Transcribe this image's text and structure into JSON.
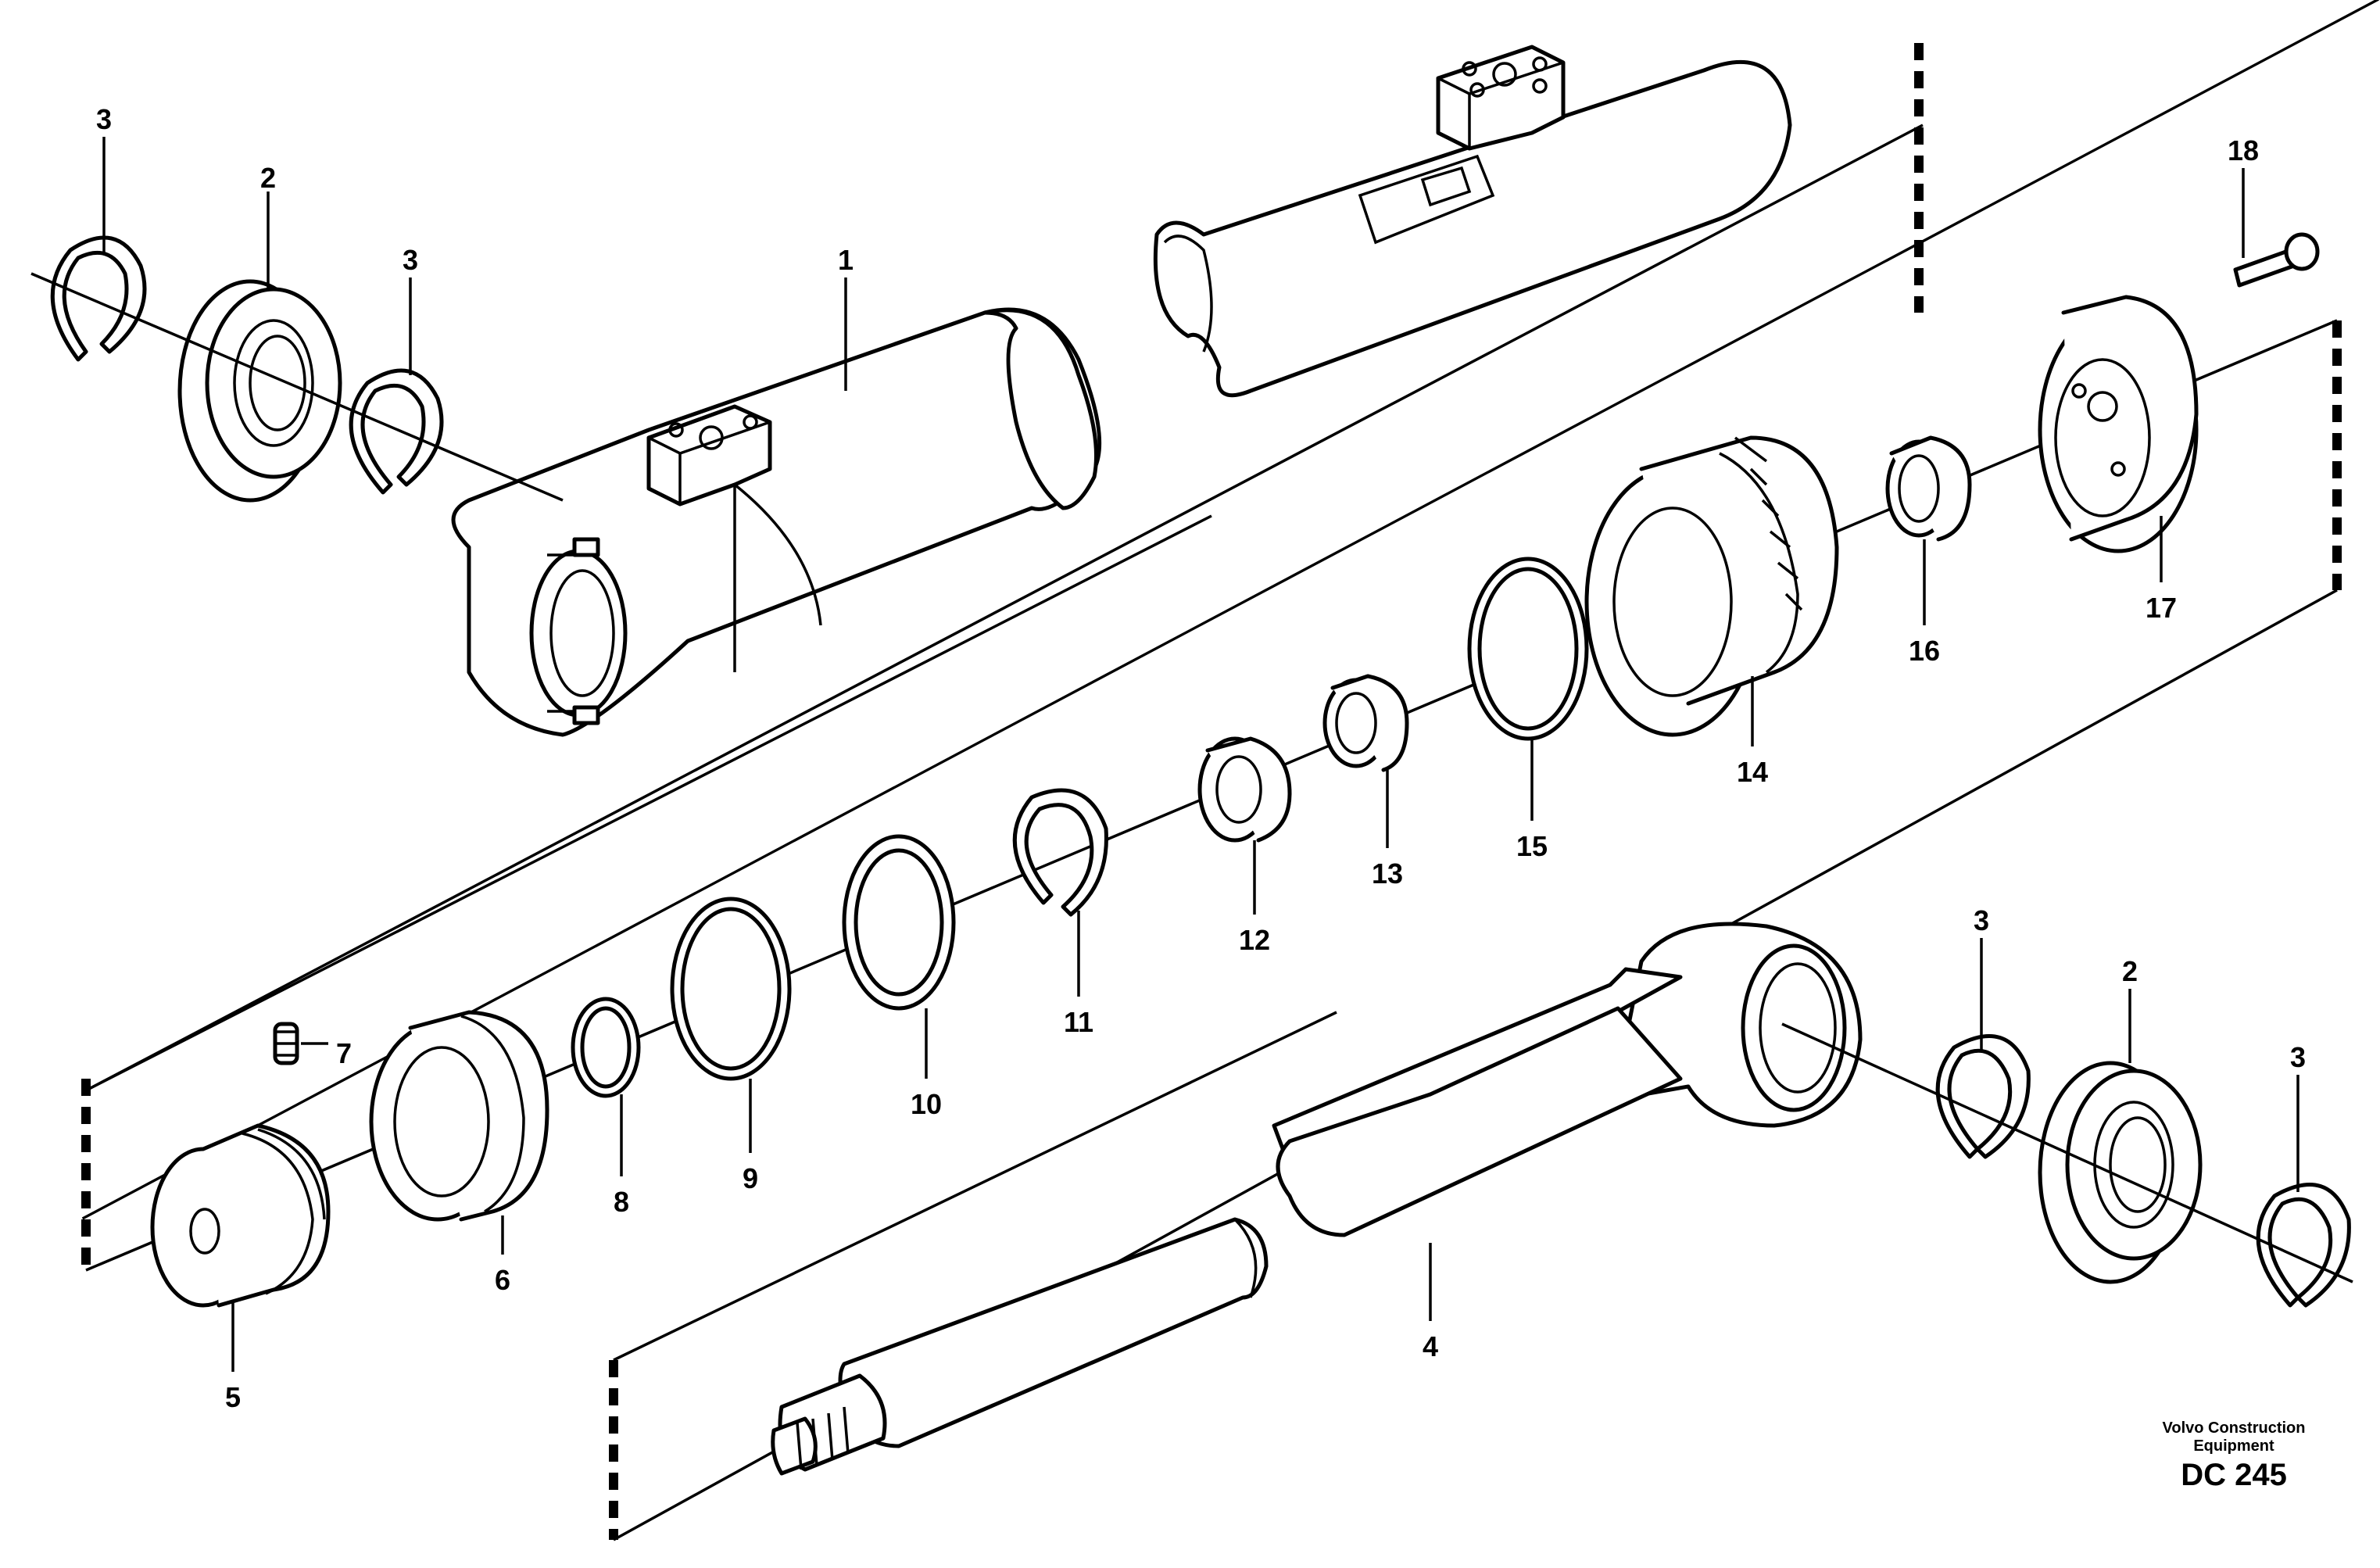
{
  "callouts": {
    "p1": "1",
    "p2": "2",
    "p3": "3",
    "p4": "4",
    "p5": "5",
    "p6": "6",
    "p7": "7",
    "p8": "8",
    "p9": "9",
    "p10": "10",
    "p11": "11",
    "p12": "12",
    "p13": "13",
    "p14": "14",
    "p15": "15",
    "p16": "16",
    "p17": "17",
    "p18": "18"
  },
  "brand": {
    "line1": "Volvo Construction",
    "line2": "Equipment",
    "code": "DC 245"
  }
}
